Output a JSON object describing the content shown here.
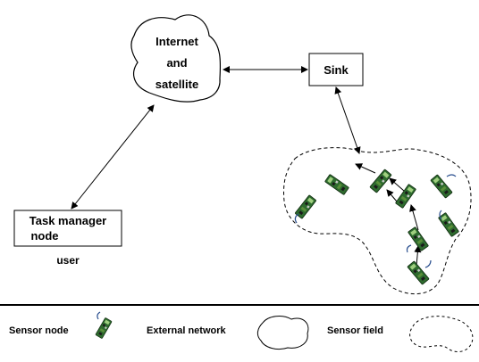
{
  "cloud_label": [
    "Internet",
    "and",
    "satellite"
  ],
  "sink_label": "Sink",
  "task_manager_label": [
    "Task manager",
    "node"
  ],
  "user_label": "user",
  "legend": {
    "sensor_node": "Sensor node",
    "external_network": "External network",
    "sensor_field": "Sensor field"
  }
}
